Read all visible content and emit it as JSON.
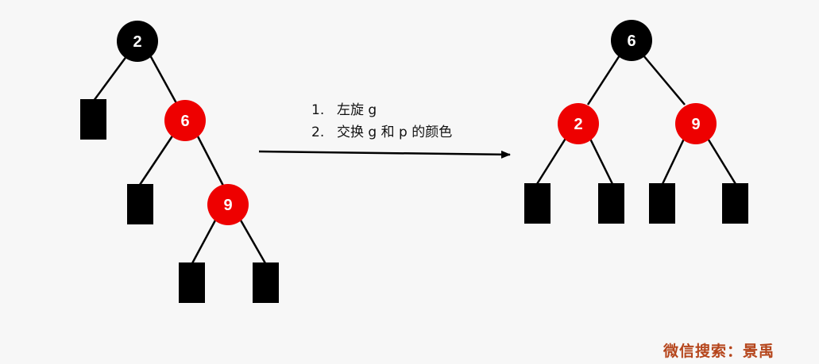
{
  "colors": {
    "black_node": "#000000",
    "red_node": "#ee0000",
    "edge": "#000000",
    "leaf": "#000000",
    "text_on_node": "#ffffff",
    "watermark": "#b5451b"
  },
  "before_tree": {
    "nodes": [
      {
        "key": "2",
        "color": "black"
      },
      {
        "key": "6",
        "color": "red"
      },
      {
        "key": "9",
        "color": "red"
      }
    ],
    "leaves": 4
  },
  "after_tree": {
    "nodes": [
      {
        "key": "6",
        "color": "black"
      },
      {
        "key": "2",
        "color": "red"
      },
      {
        "key": "9",
        "color": "red"
      }
    ],
    "leaves": 4
  },
  "steps": [
    {
      "number": "1.",
      "text": "左旋 g"
    },
    {
      "number": "2.",
      "text": "交换 g 和 p 的颜色"
    }
  ],
  "watermark": "微信搜索：景禹"
}
